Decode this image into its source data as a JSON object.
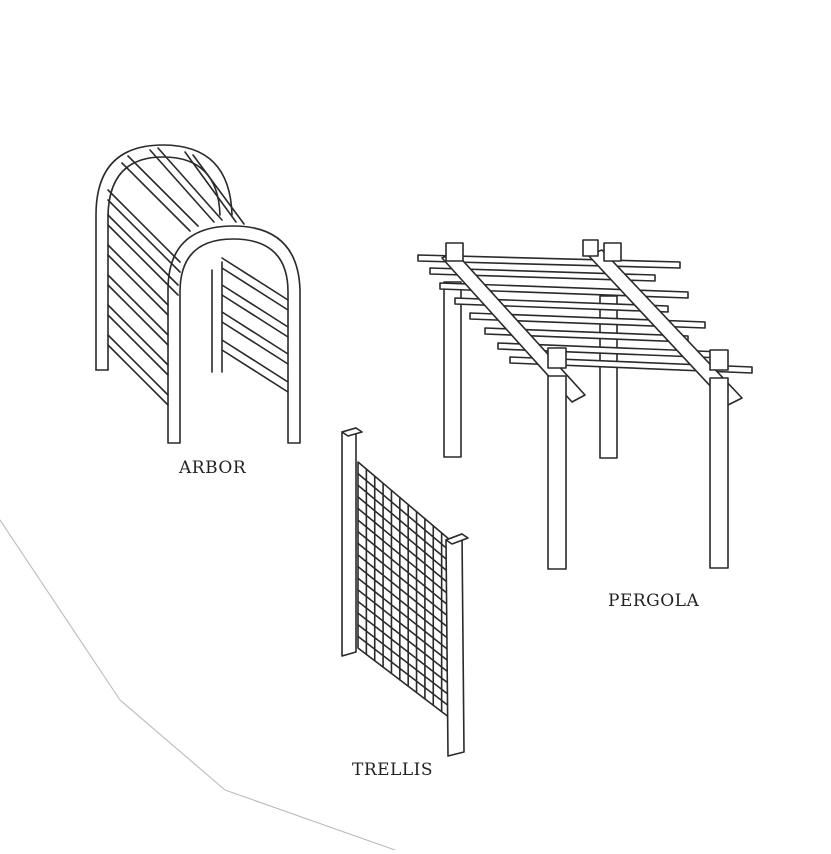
{
  "labels": {
    "arbor": "ARBOR",
    "pergola": "PERGOLA",
    "trellis": "TRELLIS"
  },
  "colors": {
    "ink": "#2a2a2a",
    "paper": "#ffffff"
  }
}
